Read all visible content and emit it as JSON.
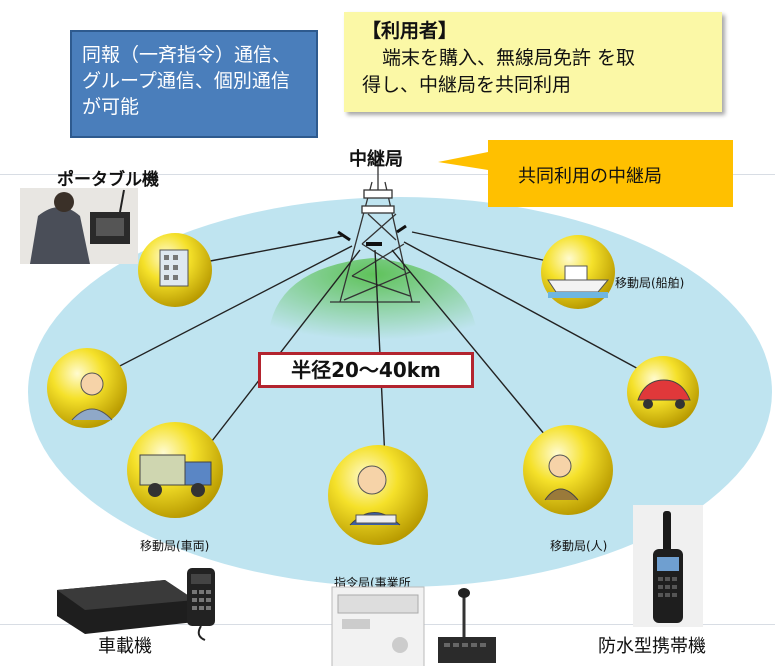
{
  "broadcast_box": {
    "text": "同報（一斉指令）通信、グループ通信、個別通信が可能"
  },
  "user_note": {
    "title": "【利用者】",
    "line1": "端末を購入、無線局免許 を取",
    "line2": "得し、中継局を共同利用"
  },
  "relay_station": {
    "label": "中継局",
    "callout": "共同利用の中継局"
  },
  "radius_label": "半径20～40km",
  "terminals": {
    "portable": "ポータブル機",
    "vehicle_mounted": "車載機",
    "waterproof_handheld": "防水型携帯機"
  },
  "stations": {
    "ship": "移動局(船舶)",
    "vehicle": "移動局(車両)",
    "person": "移動局(人)",
    "command": "指令局(事業所"
  },
  "colors": {
    "coverage_area": "#bfe4f0",
    "relay_callout": "#ffc000",
    "broadcast_box": "#4a7ebb",
    "user_note": "#fbf8a6",
    "radius_border": "#b3242f",
    "node_yellow": "#f5e12a"
  }
}
